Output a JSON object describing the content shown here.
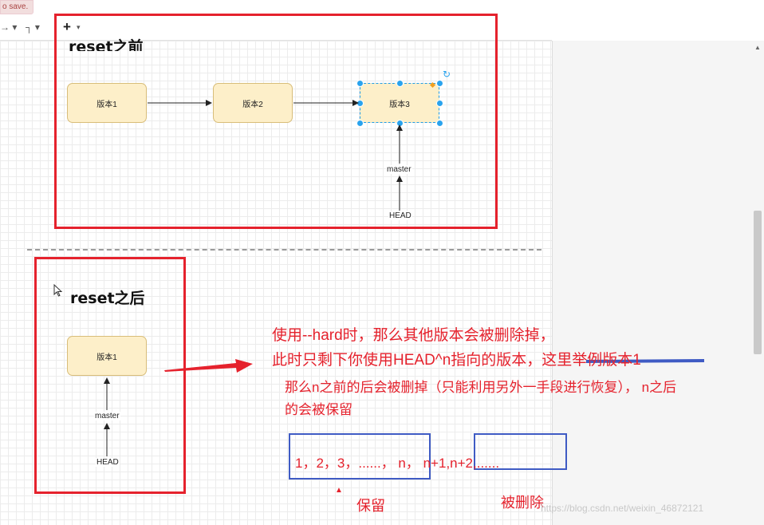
{
  "status": {
    "unsaved_notice": "o save."
  },
  "toolbar": {
    "waypoint_glyph": "→ ▾",
    "connector_glyph": "┐ ▾",
    "insert_label": "+",
    "insert_caret": "▾"
  },
  "before_section": {
    "title": "reset之前",
    "nodes": [
      "版本1",
      "版本2",
      "版本3"
    ],
    "branch_label": "master",
    "head_label": "HEAD"
  },
  "after_section": {
    "title": "reset之后",
    "node": "版本1",
    "branch_label": "master",
    "head_label": "HEAD"
  },
  "notes": {
    "line1": "使用--hard时，那么其他版本会被删除掉，",
    "line2": "此时只剩下你使用HEAD^n指向的版本，这里举例版本1",
    "line3": "那么n之前的后会被删掉（只能利用另外一手段进行恢复）， n之后",
    "line4": "的会被保留",
    "sequence": "1，2，3，......， n， n+1,n+2,......",
    "keep_marker": "▲",
    "keep_label": "保留",
    "delete_label": "被删除"
  },
  "watermark": "https://blog.csdn.net/weixin_46872121",
  "colors": {
    "annotation_red": "#e5222d",
    "box_blue": "#3f5bc4",
    "node_fill": "#fdefc9",
    "selection_blue": "#29a3ee"
  }
}
